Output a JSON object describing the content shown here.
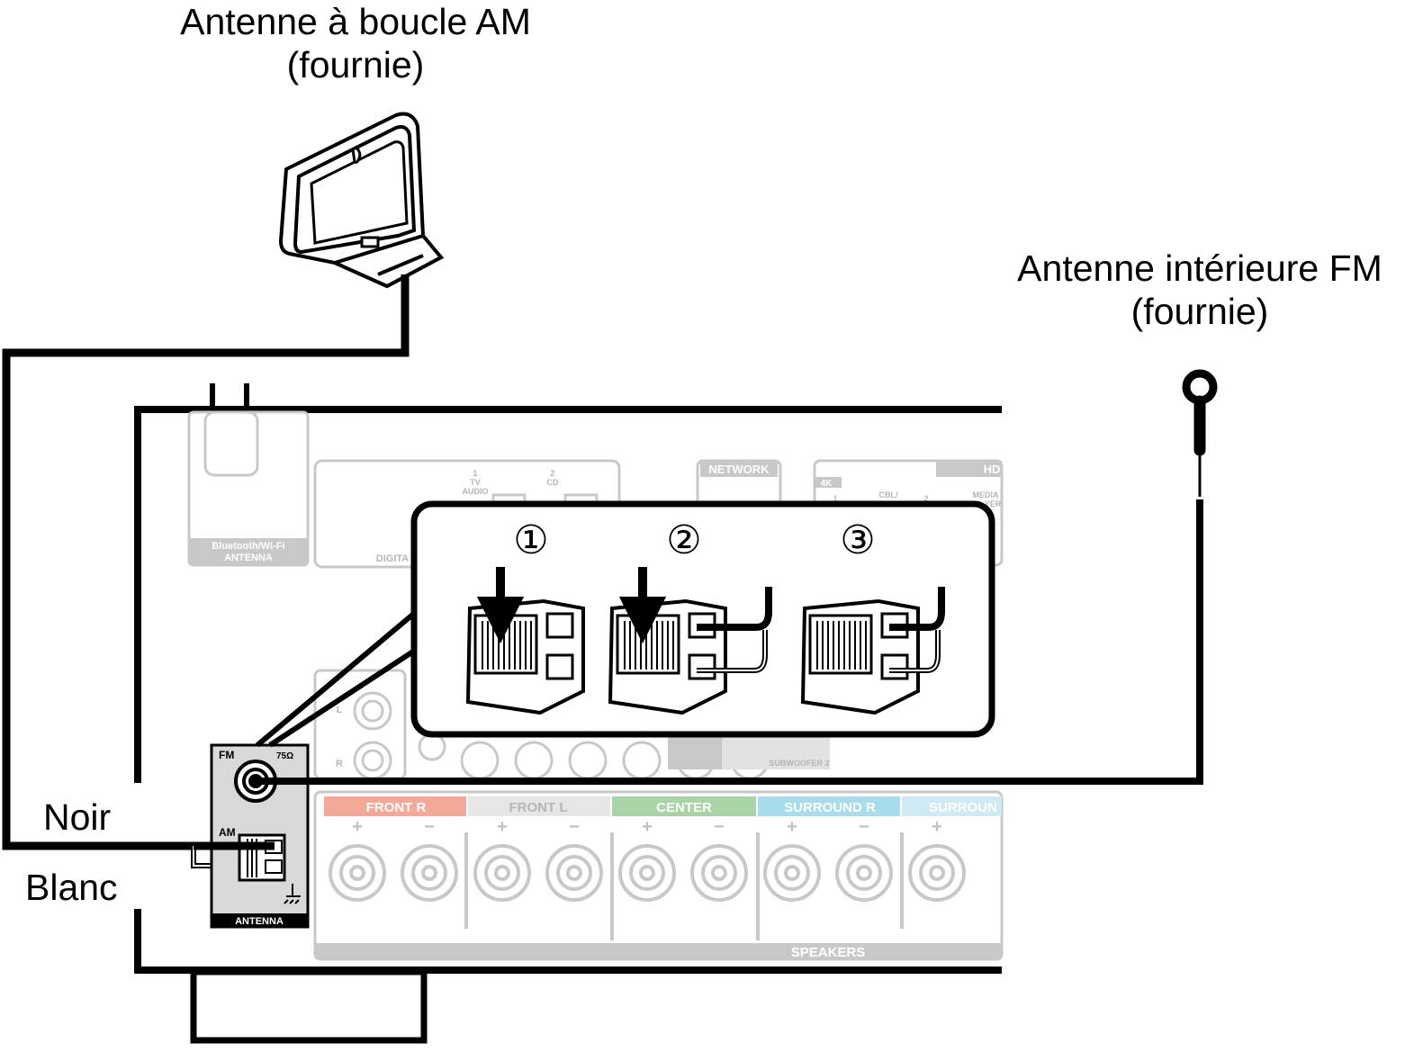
{
  "labels": {
    "am_antenna_line1": "Antenne à boucle AM",
    "am_antenna_line2": "(fournie)",
    "fm_antenna_line1": "Antenne intérieure FM",
    "fm_antenna_line2": "(fournie)",
    "wire_black": "Noir",
    "wire_white": "Blanc"
  },
  "panel": {
    "bt_wifi_antenna_line1": "Bluetooth/Wi-Fi",
    "bt_wifi_antenna_line2": "ANTENNA",
    "digital": "DIGITA",
    "input1_num": "1",
    "input1_tv": "TV",
    "input1_audio": "AUDIO",
    "input2_num": "2",
    "input2_cd": "CD",
    "network": "NETWORK",
    "hdmi": "HD",
    "hdmi_4k": "4K",
    "hdmi_1": "1",
    "hdmi_cbl": "CBL/",
    "hdmi_2": "2",
    "hdmi_media": "MEDIA",
    "hdmi_player": "YER",
    "subwoofer2": "SUBWOOFER 2",
    "fm": "FM",
    "ohms": "75Ω",
    "am": "AM",
    "antenna": "ANTENNA",
    "front_r": "FRONT R",
    "front_l": "FRONT L",
    "center": "CENTER",
    "surround_r": "SURROUND R",
    "surround": "SURROUN",
    "speakers": "SPEAKERS",
    "plus": "+",
    "minus": "−",
    "l": "L",
    "r": "R"
  },
  "steps": [
    "①",
    "②",
    "③"
  ],
  "colors": {
    "front_r": "#f3a898",
    "front_l": "#e6e6e6",
    "center": "#a9d4a6",
    "surround_r": "#a8dcec",
    "surround": "#cfeaf3",
    "panel_gray": "#c8c8c8",
    "panel_fill": "#efefef"
  }
}
